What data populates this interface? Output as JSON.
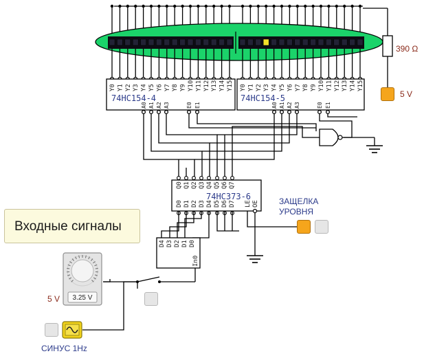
{
  "panel": {
    "title": "Входные сигналы"
  },
  "chips": {
    "decoder_left": "74HC154-4",
    "decoder_right": "74HC154-5",
    "latch": "74HC373-6"
  },
  "decoder_pins": [
    "Y0",
    "Y1",
    "Y2",
    "Y3",
    "Y4",
    "Y5",
    "Y6",
    "Y7",
    "Y8",
    "Y9",
    "Y10",
    "Y11",
    "Y12",
    "Y13",
    "Y14",
    "Y15"
  ],
  "decoder_inputs": [
    "A0",
    "A1",
    "A2",
    "A3",
    "E0",
    "E1"
  ],
  "latch_q_pins": [
    "Q0",
    "Q1",
    "Q2",
    "Q3",
    "Q4",
    "Q5",
    "Q6",
    "Q7"
  ],
  "latch_d_pins": [
    "D0",
    "D1",
    "D2",
    "D3",
    "D4",
    "D5",
    "D6",
    "D7",
    "LE",
    "OE"
  ],
  "adc": {
    "pins": [
      "D4",
      "D3",
      "D2",
      "D1",
      "D0"
    ],
    "input": "In0"
  },
  "resistor": {
    "label": "390 Ω"
  },
  "supply_top": {
    "label": "5 V"
  },
  "latch_button": {
    "label_line1": "ЗАЩЕЛКА",
    "label_line2": "УРОВНЯ"
  },
  "knob": {
    "readout": "3.25 V",
    "label": "5 V"
  },
  "sine": {
    "label": "СИНУС  1Hz"
  },
  "led_bar": {
    "count": 32,
    "active_index": 19
  },
  "colors": {
    "board_green": "#1bd36a",
    "led_on": "#f2e02a",
    "led_off": "#1a1a2a",
    "button": "#f5a51c",
    "wire": "#000000"
  }
}
